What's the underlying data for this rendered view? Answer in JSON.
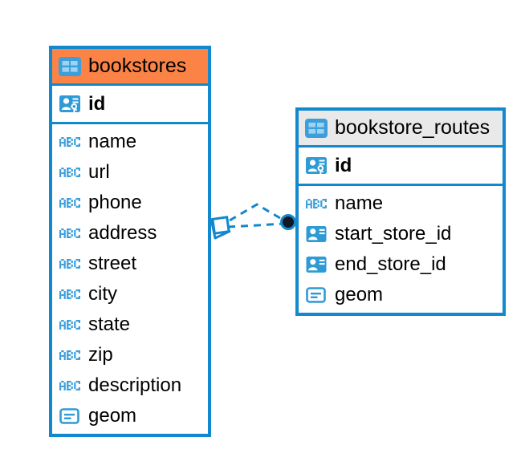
{
  "diagram": {
    "type": "entity-relationship-diagram",
    "accent_color": "#1288CE",
    "highlight_color": "#FB8345",
    "neutral_header_color": "#E9E9E9",
    "entities": [
      {
        "name": "bookstores",
        "header_style": "orange",
        "table_icon": "table-icon",
        "primary_key": {
          "label": "id",
          "icon": "primary-key-icon"
        },
        "fields": [
          {
            "label": "name",
            "icon": "abc-text-icon"
          },
          {
            "label": "url",
            "icon": "abc-text-icon"
          },
          {
            "label": "phone",
            "icon": "abc-text-icon"
          },
          {
            "label": "address",
            "icon": "abc-text-icon"
          },
          {
            "label": "street",
            "icon": "abc-text-icon"
          },
          {
            "label": "city",
            "icon": "abc-text-icon"
          },
          {
            "label": "state",
            "icon": "abc-text-icon"
          },
          {
            "label": "zip",
            "icon": "abc-text-icon"
          },
          {
            "label": "description",
            "icon": "abc-text-icon"
          },
          {
            "label": "geom",
            "icon": "geometry-icon"
          }
        ]
      },
      {
        "name": "bookstore_routes",
        "header_style": "gray",
        "table_icon": "table-icon",
        "primary_key": {
          "label": "id",
          "icon": "primary-key-icon"
        },
        "fields": [
          {
            "label": "name",
            "icon": "abc-text-icon"
          },
          {
            "label": "start_store_id",
            "icon": "foreign-key-icon"
          },
          {
            "label": "end_store_id",
            "icon": "foreign-key-icon"
          },
          {
            "label": "geom",
            "icon": "geometry-icon"
          }
        ]
      }
    ],
    "relationship": {
      "source_entity": "bookstores",
      "target_entity": "bookstore_routes",
      "source_marker": "crows-foot-marker",
      "target_marker": "filled-circle-marker",
      "line_style": "dashed"
    }
  }
}
